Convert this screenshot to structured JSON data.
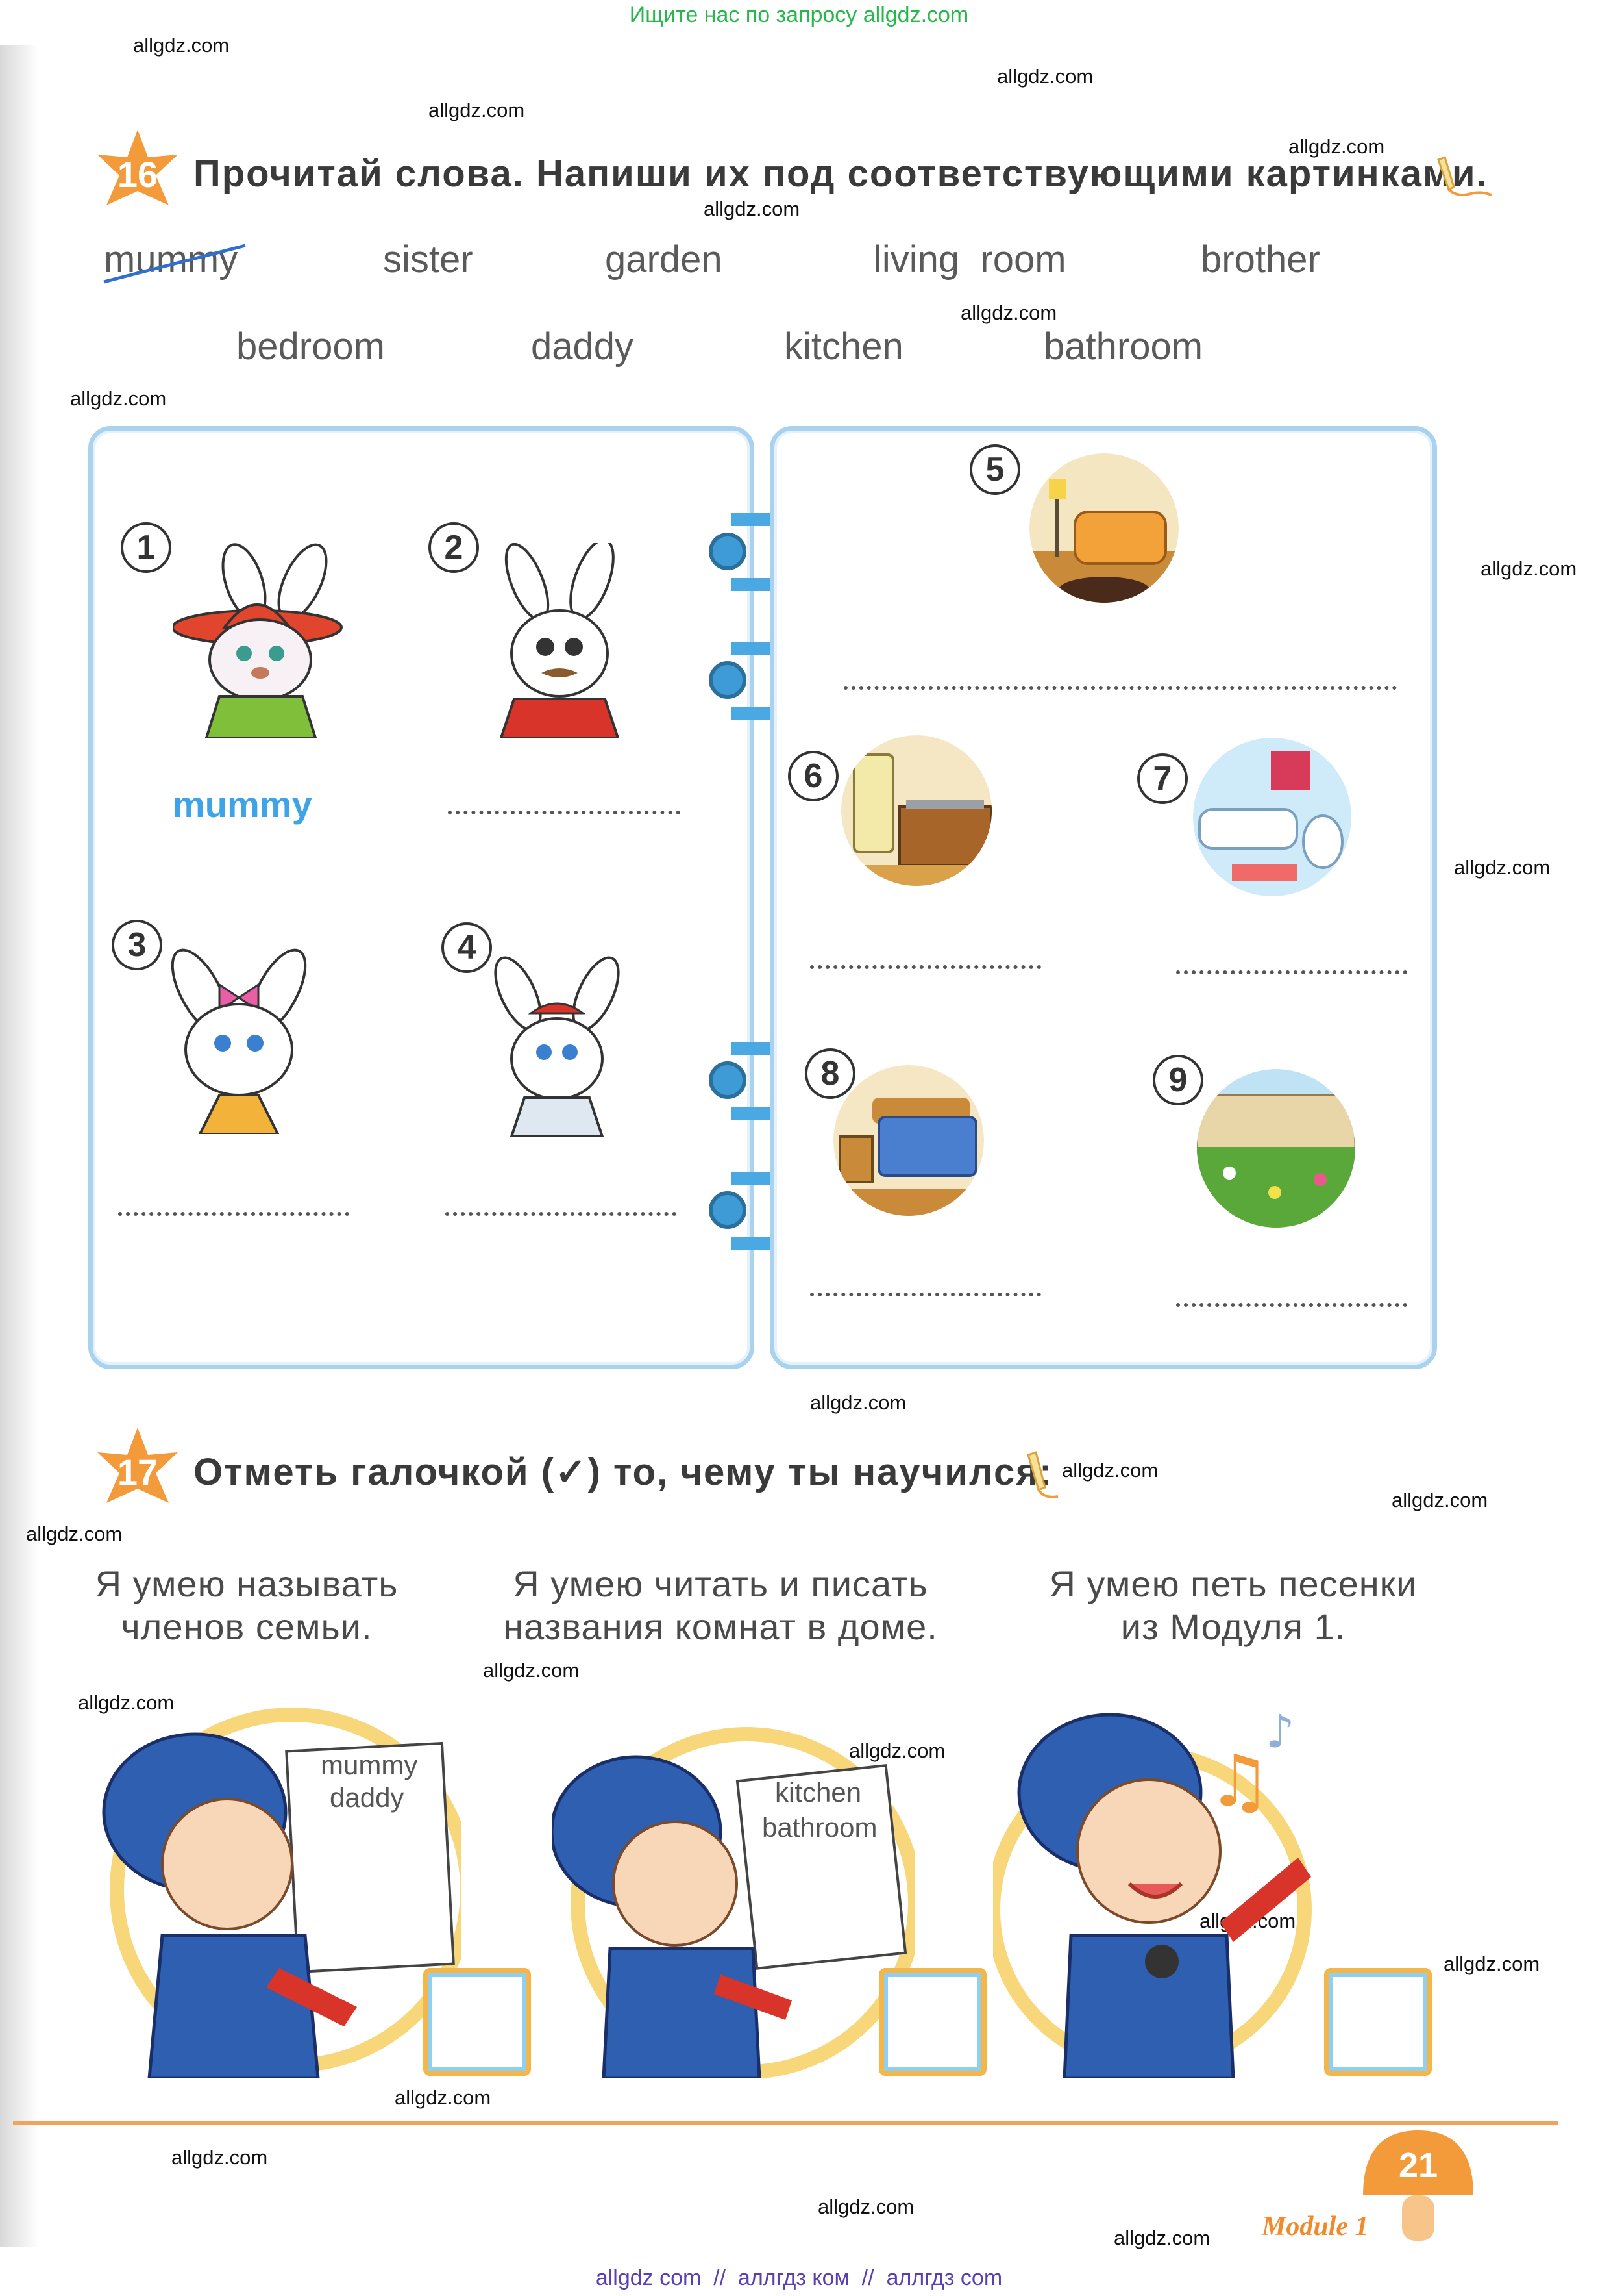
{
  "banner_top": "Ищите нас по запросу allgdz.com",
  "banner_bottom": "allgdz com  //  аллгдз ком  //  аллгдз com",
  "watermark": "allgdz.com",
  "exercise16": {
    "number": "16",
    "instruction": "Прочитай слова. Напиши их под соответствующими картинками.",
    "words_row1": [
      "mummy",
      "sister",
      "garden",
      "living  room",
      "brother"
    ],
    "words_row2": [
      "bedroom",
      "daddy",
      "kitchen",
      "bathroom"
    ],
    "pictures": [
      "1",
      "2",
      "3",
      "4",
      "5",
      "6",
      "7",
      "8",
      "9"
    ],
    "example_answer": "mummy"
  },
  "exercise17": {
    "number": "17",
    "instruction": "Отметь галочкой (✓) то, чему ты научился:",
    "skills": [
      {
        "line1": "Я умею называть",
        "line2": "членов семьи."
      },
      {
        "line1": "Я умею читать и писать",
        "line2": "названия комнат в доме."
      },
      {
        "line1": "Я умею петь песенки",
        "line2": "из Модуля 1."
      }
    ],
    "card1": [
      "mummy",
      "daddy"
    ],
    "card2": [
      "kitchen",
      "bathroom"
    ]
  },
  "footer": {
    "page_number": "21",
    "module_label": "Module 1"
  },
  "colors": {
    "orange": "#f39a3a",
    "panel_border": "#a9d2ef",
    "answer_blue": "#3fa3e8",
    "banner_green": "#26b84a"
  },
  "icons": [
    "star-badge-icon",
    "pencil-icon",
    "bunny-mummy-icon",
    "bunny-daddy-icon",
    "bunny-sister-icon",
    "bunny-brother-icon",
    "living-room-icon",
    "kitchen-icon",
    "bathroom-icon",
    "bedroom-icon",
    "garden-icon",
    "mushroom-icon"
  ]
}
